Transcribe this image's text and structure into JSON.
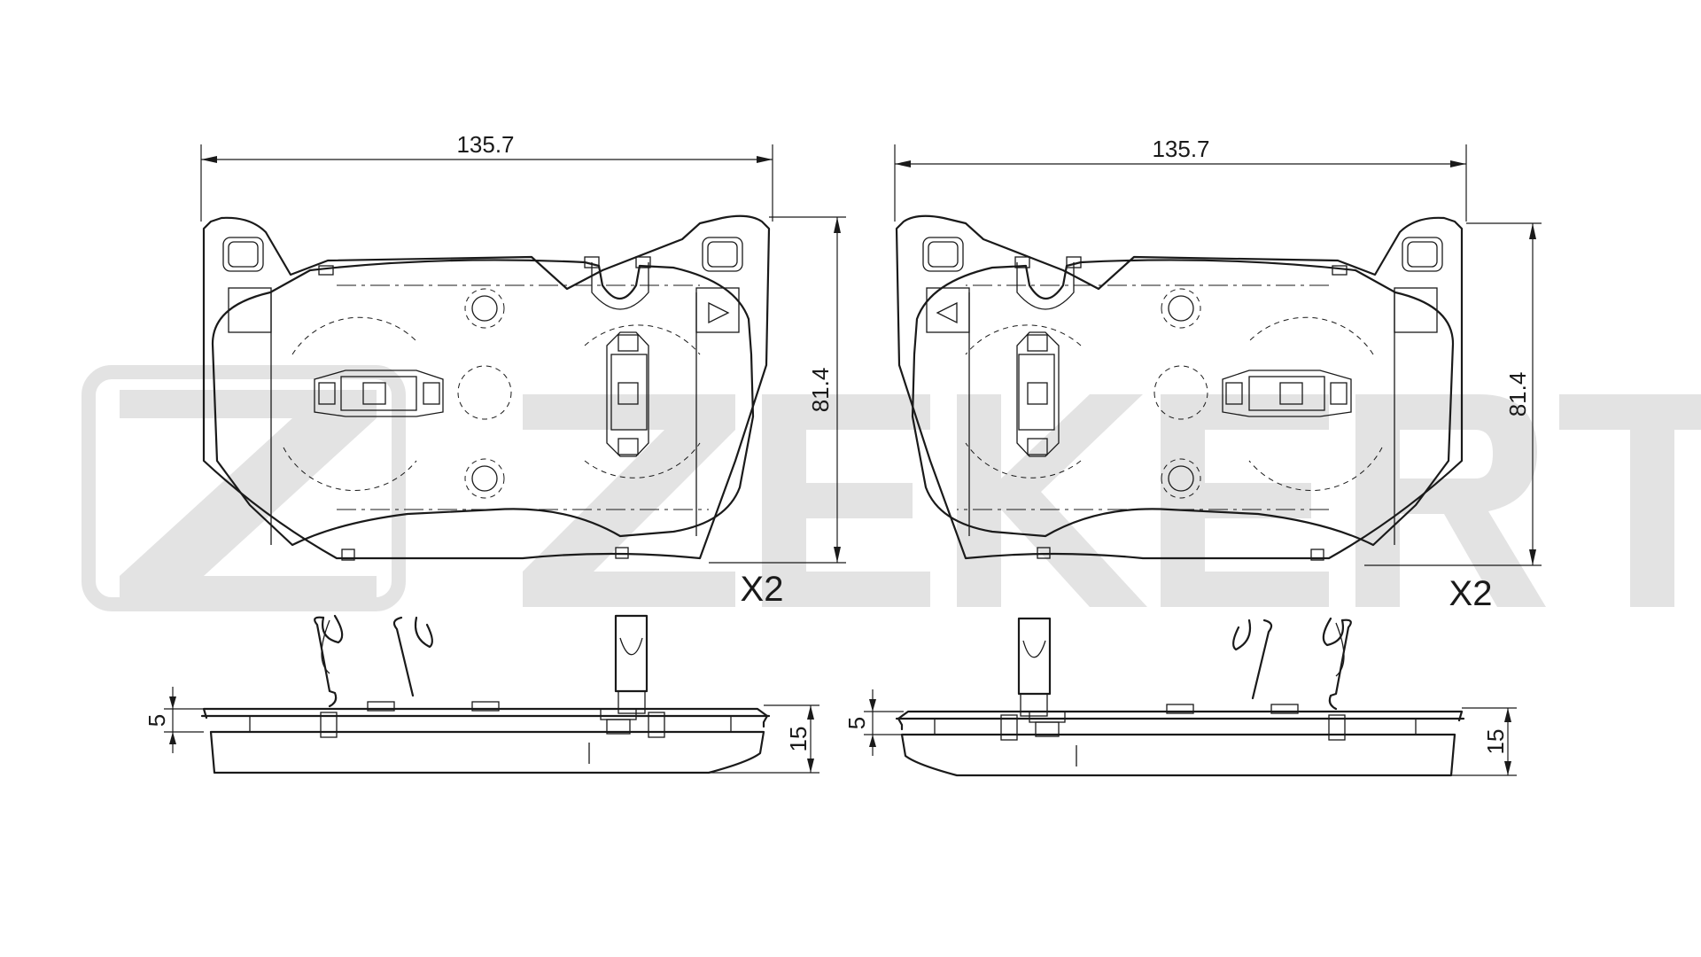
{
  "brand": {
    "watermark": "ZEKERT",
    "watermark_color": "#e3e3e3"
  },
  "line_color": "#1a1a1a",
  "pads": [
    {
      "id": "left",
      "width_dim": "135.7",
      "height_dim": "81.4",
      "quantity": "X2",
      "side_small_dim": "5",
      "side_big_dim": "15"
    },
    {
      "id": "right",
      "width_dim": "135.7",
      "height_dim": "81.4",
      "quantity": "X2",
      "side_small_dim": "5",
      "side_big_dim": "15"
    }
  ]
}
